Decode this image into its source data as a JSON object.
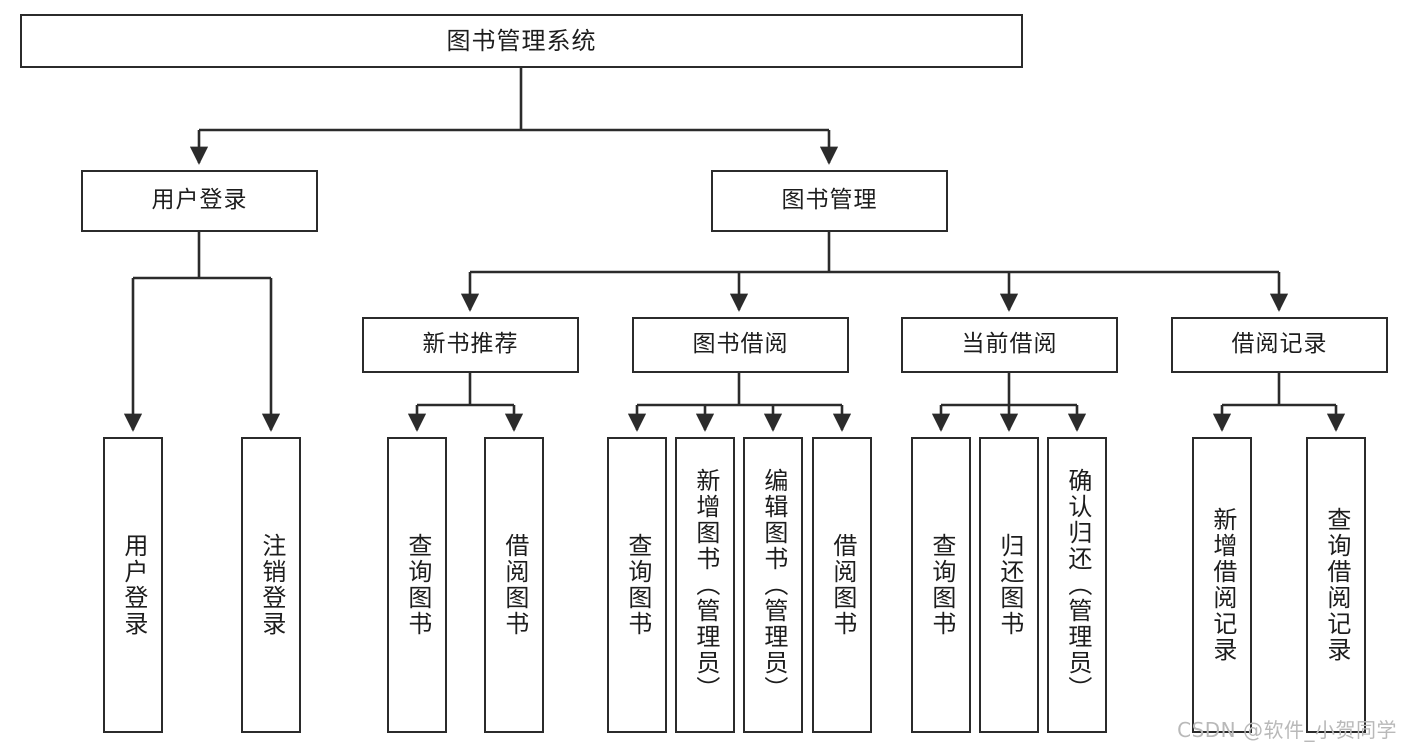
{
  "diagram": {
    "title": "图书管理系统",
    "type": "tree",
    "root": {
      "label": "图书管理系统"
    },
    "level2": [
      {
        "label": "用户登录"
      },
      {
        "label": "图书管理"
      }
    ],
    "level3": [
      {
        "label": "新书推荐"
      },
      {
        "label": "图书借阅"
      },
      {
        "label": "当前借阅"
      },
      {
        "label": "借阅记录"
      }
    ],
    "leaves": {
      "user_login": [
        {
          "label": "用户登录"
        },
        {
          "label": "注销登录"
        }
      ],
      "new_book_recommend": [
        {
          "label": "查询图书"
        },
        {
          "label": "借阅图书"
        }
      ],
      "book_borrow": [
        {
          "label": "查询图书"
        },
        {
          "label": "新增图书（管理员）"
        },
        {
          "label": "编辑图书（管理员）"
        },
        {
          "label": "借阅图书"
        }
      ],
      "current_borrow": [
        {
          "label": "查询图书"
        },
        {
          "label": "归还图书"
        },
        {
          "label": "确认归还（管理员）"
        }
      ],
      "borrow_record": [
        {
          "label": "新增借阅记录"
        },
        {
          "label": "查询借阅记录"
        }
      ]
    }
  },
  "watermark": {
    "text": "CSDN @软件_小贺同学"
  },
  "colors": {
    "stroke": "#2b2b2b",
    "fill": "#ffffff",
    "text": "#1d1d1d",
    "watermark": "#b9b9b9"
  }
}
